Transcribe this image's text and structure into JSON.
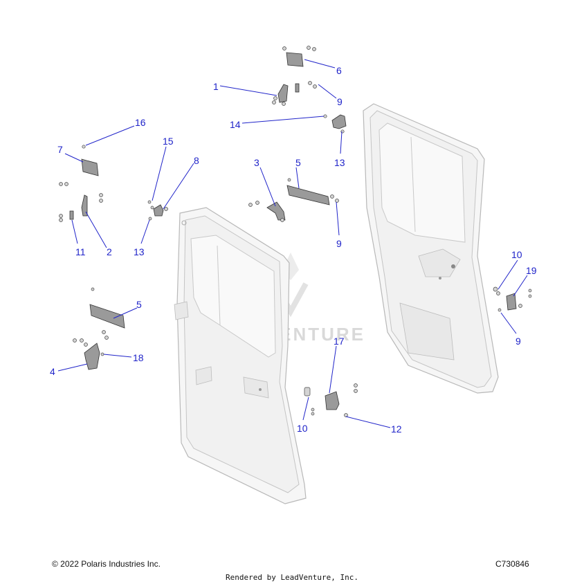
{
  "callouts": {
    "c1": "1",
    "c2": "2",
    "c3": "3",
    "c4": "4",
    "c5a": "5",
    "c5b": "5",
    "c6": "6",
    "c7": "7",
    "c8": "8",
    "c9a": "9",
    "c9b": "9",
    "c9c": "9",
    "c10a": "10",
    "c10b": "10",
    "c11": "11",
    "c12": "12",
    "c13a": "13",
    "c13b": "13",
    "c14": "14",
    "c15": "15",
    "c16": "16",
    "c17": "17",
    "c18": "18",
    "c19": "19"
  },
  "watermark": "LEADVENTURE",
  "footer": {
    "copyright": "© 2022 Polaris Industries Inc.",
    "drawing_code": "C730846",
    "rendered_by": "Rendered by LeadVenture, Inc."
  },
  "colors": {
    "callout": "#1f23c9",
    "part": "#9a9a9a",
    "door_outline": "#b8b8b8"
  }
}
